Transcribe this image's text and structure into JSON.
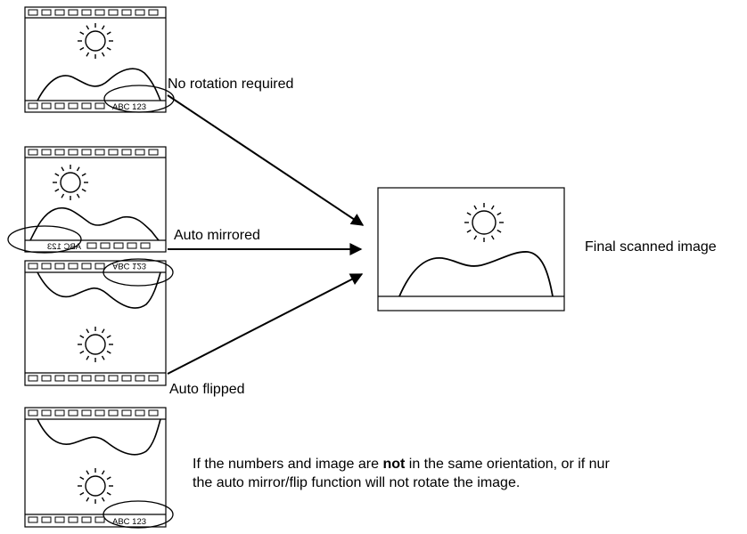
{
  "labels": {
    "no_rotation": "No rotation required",
    "mirrored": "Auto mirrored",
    "flipped": "Auto flipped",
    "final": "Final scanned image"
  },
  "film_code": "ABC 123",
  "note": {
    "line1_before": "If the numbers and image are ",
    "line1_bold": "not",
    "line1_after": " in the same orientation, or if nur",
    "line2": "the auto mirror/flip function will not rotate the image."
  },
  "icons": [
    "film-frame-icon",
    "sun-icon",
    "hill-icon",
    "arrow-icon",
    "ellipse-highlight"
  ]
}
